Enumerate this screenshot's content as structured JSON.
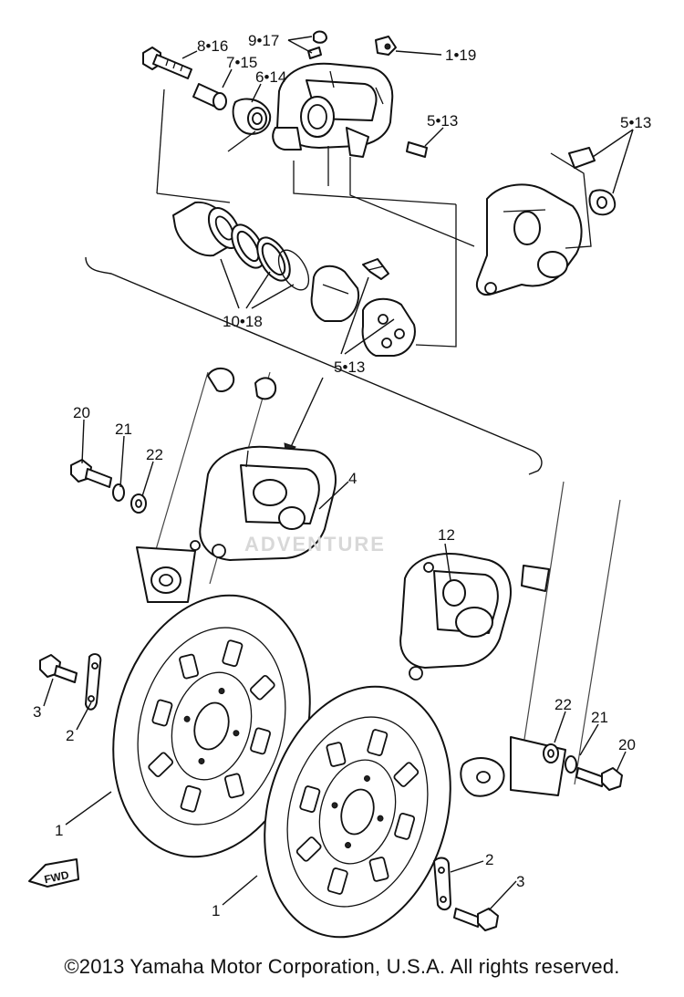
{
  "diagram": {
    "callouts": {
      "c8_16": "8•16",
      "c9_17": "9•17",
      "c7_15": "7•15",
      "c6_14": "6•14",
      "c1_19": "1•19",
      "c5_13_top": "5•13",
      "c5_13_right": "5•13",
      "c10_18": "10•18",
      "c5_13_pads": "5•13",
      "c20_left": "20",
      "c21_left": "21",
      "c22_left": "22",
      "c4": "4",
      "c12": "12",
      "c3_left": "3",
      "c2_left": "2",
      "c1_left": "1",
      "c22_right": "22",
      "c21_right": "21",
      "c20_right": "20",
      "c2_right": "2",
      "c3_right": "3",
      "c1_bottom": "1"
    },
    "fwd_label": "FWD",
    "watermark": "ADVENTURE"
  },
  "footer": {
    "copyright": "©2013 Yamaha Motor Corporation, U.S.A. All rights reserved."
  }
}
